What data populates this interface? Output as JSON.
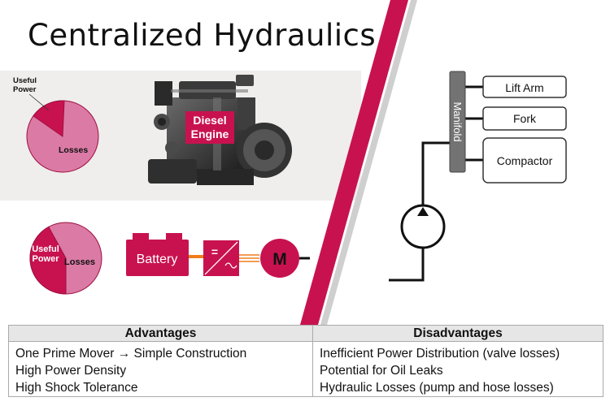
{
  "title": "Centralized Hydraulics",
  "pie_top": {
    "useful_label_1": "Useful",
    "useful_label_2": "Power",
    "losses_label": "Losses",
    "useful_percent": 16
  },
  "engine": {
    "label_1": "Diesel",
    "label_2": "Engine"
  },
  "pie_bottom": {
    "useful_label_1": "Useful",
    "useful_label_2": "Power",
    "losses_label": "Losses",
    "useful_percent": 42
  },
  "electric": {
    "battery_label": "Battery",
    "inverter_label": "=",
    "motor_label": "M"
  },
  "hydraulic": {
    "manifold_label": "Manifold",
    "outputs": [
      "Lift Arm",
      "Fork",
      "Compactor"
    ]
  },
  "colors": {
    "accent": "#c8124f",
    "accent_light": "#db7aa5",
    "band_gray": "#efeeed",
    "manifold_gray": "#737373"
  },
  "table": {
    "headers": [
      "Advantages",
      "Disadvantages"
    ],
    "rows": [
      [
        "One Prime Mover → Simple Construction",
        "Inefficient Power Distribution (valve losses)"
      ],
      [
        "High Power Density",
        "Potential for Oil Leaks"
      ],
      [
        "High Shock Tolerance",
        "Hydraulic Losses (pump and hose losses)"
      ]
    ]
  }
}
